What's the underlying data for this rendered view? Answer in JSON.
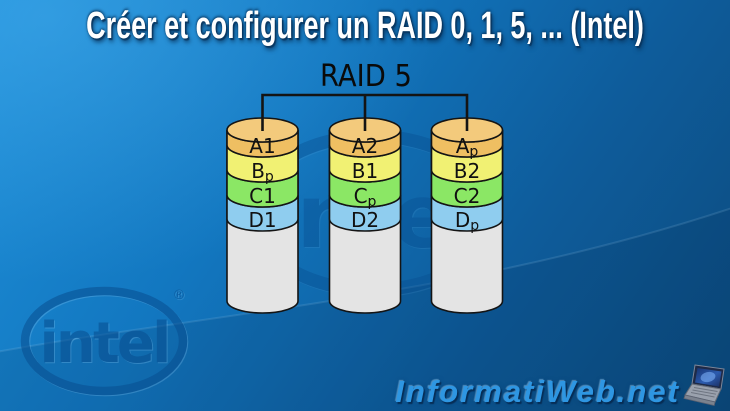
{
  "header": {
    "title": "Créer et configurer un RAID 0, 1, 5, ... (Intel)"
  },
  "diagram": {
    "label": "RAID 5",
    "disks": [
      {
        "segments": [
          {
            "main": "A",
            "suffix": "1"
          },
          {
            "main": "B",
            "suffix": "p"
          },
          {
            "main": "C",
            "suffix": "1"
          },
          {
            "main": "D",
            "suffix": "1"
          }
        ]
      },
      {
        "segments": [
          {
            "main": "A",
            "suffix": "2"
          },
          {
            "main": "B",
            "suffix": "1"
          },
          {
            "main": "C",
            "suffix": "p"
          },
          {
            "main": "D",
            "suffix": "2"
          }
        ]
      },
      {
        "segments": [
          {
            "main": "A",
            "suffix": "p"
          },
          {
            "main": "B",
            "suffix": "2"
          },
          {
            "main": "C",
            "suffix": "2"
          },
          {
            "main": "D",
            "suffix": "p"
          }
        ]
      }
    ]
  },
  "watermark": {
    "brand": "intel",
    "registered": "®"
  },
  "footer": {
    "site": "InformatiWeb.net",
    "icon": "laptop-icon"
  },
  "colors": {
    "background_top": "#1E8FD9",
    "background_bottom": "#0C4A7C",
    "disk_top": "#F3CA7C",
    "stripe_a": "#EFBF62",
    "stripe_b": "#F1F173",
    "stripe_c": "#8BE765",
    "stripe_d": "#8FCDEF",
    "disk_body": "#E4E4E4",
    "outline": "#141414",
    "watermark": "#084E90",
    "site_text": "#2E96E2"
  }
}
